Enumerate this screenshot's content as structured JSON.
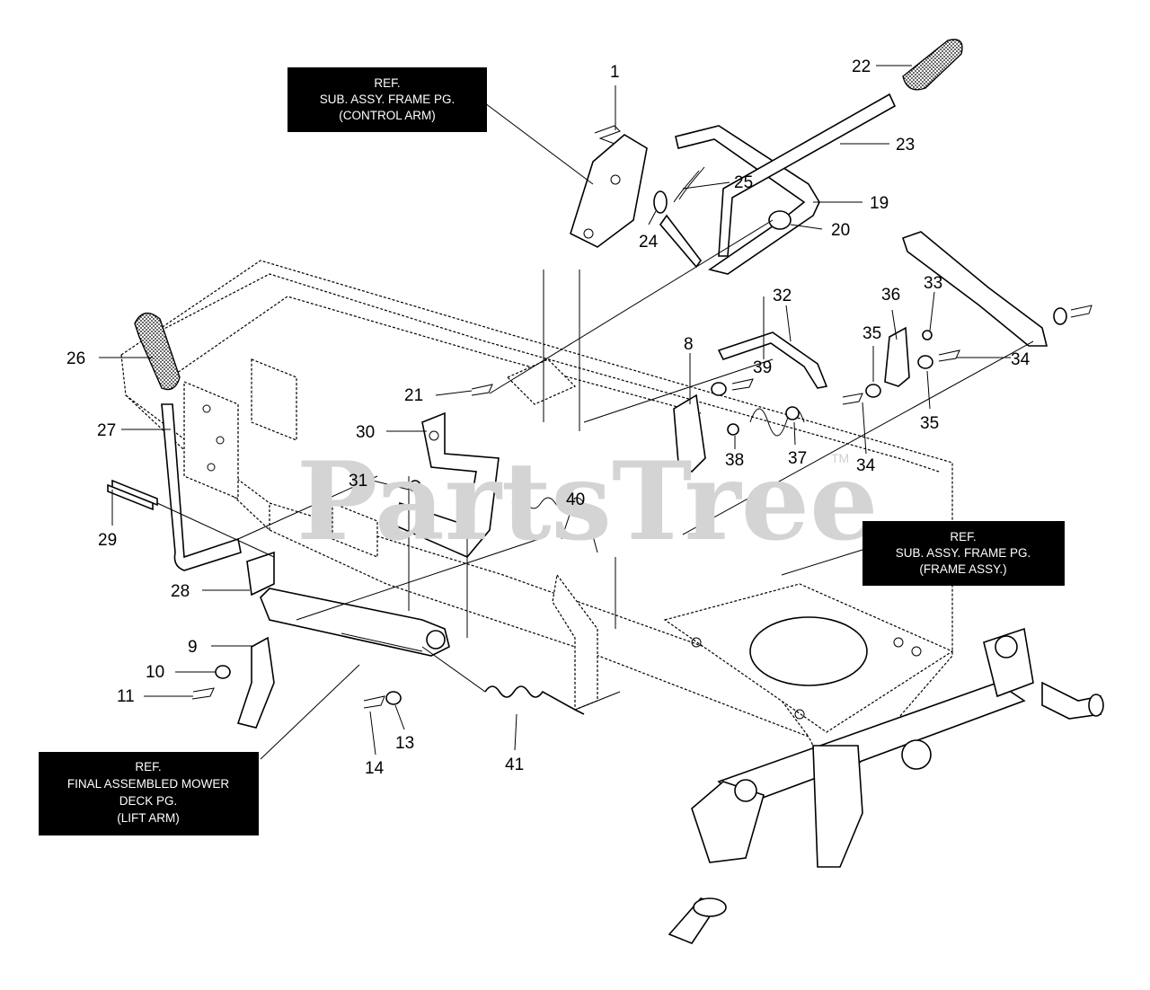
{
  "watermark": {
    "text": "PartsTree",
    "tm": "TM"
  },
  "ref_boxes": [
    {
      "lines": [
        "REF.",
        "SUB. ASSY. FRAME PG.",
        "(CONTROL ARM)"
      ]
    },
    {
      "lines": [
        "REF.",
        "SUB. ASSY. FRAME PG.",
        "(FRAME ASSY.)"
      ]
    },
    {
      "lines": [
        "REF.",
        "FINAL ASSEMBLED MOWER",
        "DECK PG.",
        "(LIFT ARM)"
      ]
    }
  ],
  "part_labels": [
    "1",
    "22",
    "23",
    "25",
    "19",
    "24",
    "20",
    "32",
    "36",
    "33",
    "8",
    "35",
    "39",
    "34",
    "35",
    "26",
    "21",
    "37",
    "38",
    "34",
    "30",
    "27",
    "31",
    "40",
    "29",
    "28",
    "9",
    "10",
    "11",
    "13",
    "14",
    "41"
  ]
}
